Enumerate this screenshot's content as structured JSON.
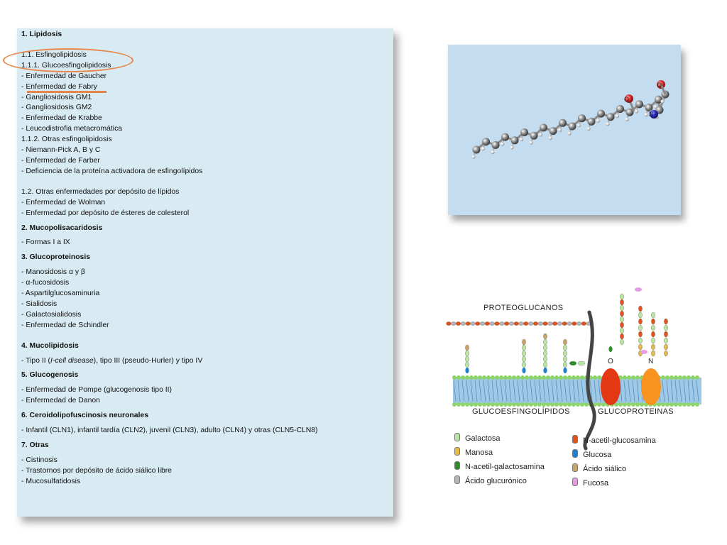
{
  "document": {
    "sections": [
      {
        "kind": "h",
        "text": "1. Lipidosis"
      },
      {
        "kind": "gap-m"
      },
      {
        "kind": "t",
        "text": "1.1. Esfingolipidosis"
      },
      {
        "kind": "t",
        "text": "1.1.1. Glucoesfingolipidosis"
      },
      {
        "kind": "t",
        "text": "- Enfermedad de Gaucher"
      },
      {
        "kind": "t",
        "text": "- Enfermedad de Fabry"
      },
      {
        "kind": "t",
        "text": "- Gangliosidosis GM1"
      },
      {
        "kind": "t",
        "text": "- Gangliosidosis GM2"
      },
      {
        "kind": "t",
        "text": "- Enfermedad de Krabbe"
      },
      {
        "kind": "t",
        "text": "- Leucodistrofia metacromática"
      },
      {
        "kind": "t",
        "text": "1.1.2. Otras esfingolipidosis"
      },
      {
        "kind": "t",
        "text": "- Niemann-Pick A, B y C"
      },
      {
        "kind": "t",
        "text": "- Enfermedad de Farber"
      },
      {
        "kind": "t",
        "text": "- Deficiencia de la proteína activadora de esfingolípidos"
      },
      {
        "kind": "gap-m"
      },
      {
        "kind": "t",
        "text": "1.2. Otras enfermedades por depósito de lípidos"
      },
      {
        "kind": "t",
        "text": "- Enfermedad de Wolman"
      },
      {
        "kind": "t",
        "text": "- Enfermedad por depósito de ésteres de colesterol"
      },
      {
        "kind": "gap-s"
      },
      {
        "kind": "h",
        "text": "2. Mucopolisacaridosis"
      },
      {
        "kind": "gap-s"
      },
      {
        "kind": "t",
        "text": "- Formas I a IX"
      },
      {
        "kind": "gap-s"
      },
      {
        "kind": "h",
        "text": "3. Glucoproteinosis"
      },
      {
        "kind": "gap-s"
      },
      {
        "kind": "t",
        "text": "- Manosidosis α y β"
      },
      {
        "kind": "t",
        "text": "- α-fucosidosis"
      },
      {
        "kind": "t",
        "text": "- Aspartilglucosaminuria"
      },
      {
        "kind": "t",
        "text": "- Sialidosis"
      },
      {
        "kind": "t",
        "text": "- Galactosialidosis"
      },
      {
        "kind": "t",
        "text": "- Enfermedad de Schindler"
      },
      {
        "kind": "gap-m"
      },
      {
        "kind": "h",
        "text": "4. Mucolipidosis"
      },
      {
        "kind": "gap-s"
      },
      {
        "kind": "t",
        "text": "- Tipo II (I-cell disease), tipo III (pseudo-Hurler) y tipo IV"
      },
      {
        "kind": "gap-s"
      },
      {
        "kind": "h",
        "text": "5. Glucogenosis"
      },
      {
        "kind": "gap-s"
      },
      {
        "kind": "t",
        "text": "- Enfermedad de Pompe (glucogenosis tipo II)"
      },
      {
        "kind": "t",
        "text": "- Enfermedad de Danon"
      },
      {
        "kind": "gap-s"
      },
      {
        "kind": "h",
        "text": "6. Ceroidolipofuscinosis neuronales"
      },
      {
        "kind": "gap-s"
      },
      {
        "kind": "t",
        "text": "- Infantil (CLN1), infantil tardía (CLN2), juvenil (CLN3), adulto (CLN4) y otras (CLN5-CLN8)"
      },
      {
        "kind": "gap-s"
      },
      {
        "kind": "h",
        "text": "7. Otras"
      },
      {
        "kind": "gap-s"
      },
      {
        "kind": "t",
        "text": "- Cistinosis"
      },
      {
        "kind": "t",
        "text": "- Trastornos por depósito de ácido siálico libre"
      },
      {
        "kind": "t",
        "text": "- Mucosulfatidosis"
      }
    ]
  },
  "molecule": {
    "atom_labels": [
      "O",
      "O",
      "N"
    ]
  },
  "diagram": {
    "labels": {
      "proteoglucanos": "PROTEOGLUCANOS",
      "glucoesfingolipidos": "GLUCOESFINGOLÍPIDOS",
      "glucoproteinas": "GLUCOPROTEINAS"
    },
    "linker_labels": [
      "O",
      "N"
    ],
    "legend": [
      {
        "label": "Galactosa",
        "color": "#b8e6a0"
      },
      {
        "label": "Manosa",
        "color": "#e2bb4a"
      },
      {
        "label": "N-acetil-galactosamina",
        "color": "#2e8b2e"
      },
      {
        "label": "Ácido glucurónico",
        "color": "#b5b5b5"
      },
      {
        "label": "N-acetil-glucosamina",
        "color": "#e0531f"
      },
      {
        "label": "Glucosa",
        "color": "#1f7fd1"
      },
      {
        "label": "Ácido siálico",
        "color": "#c8a36b"
      },
      {
        "label": "Fucosa",
        "color": "#e69de0"
      }
    ]
  }
}
